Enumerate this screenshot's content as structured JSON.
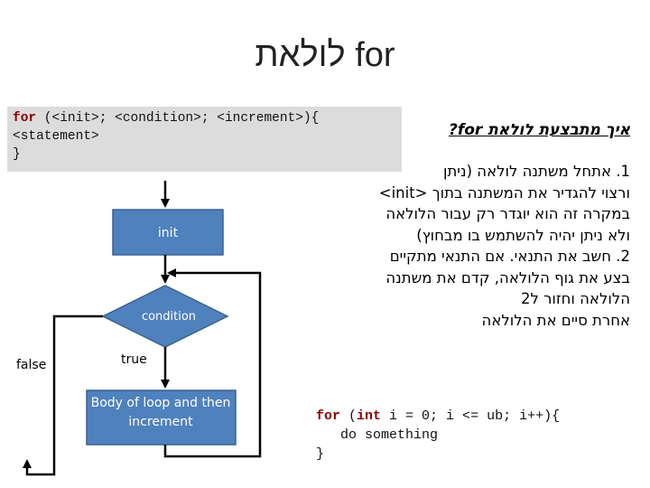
{
  "title": "לולאת for",
  "syntax": {
    "line1_kw": "for",
    "line1_rest": " (<init>; <condition>; <increment>){",
    "line2": "<statement>",
    "line3": "}"
  },
  "diagram": {
    "init_label": "init",
    "condition_label": "condition",
    "false_label": "false",
    "true_label": "true",
    "body_line1": "Body of loop and then",
    "body_line2": "increment",
    "colors": {
      "box_fill": "#4f81bd",
      "box_stroke": "#3a6190",
      "arrow": "#000000"
    }
  },
  "explanation": {
    "heading": "איך מתבצעת לולאת for?",
    "lines": [
      "1. אתחל משתנה לולאה (ניתן",
      "ורצוי להגדיר את המשתנה בתוך <init>",
      "במקרה זה הוא יוגדר רק עבור הלולאה",
      "ולא ניתן יהיה להשתמש בו מבחוץ)",
      "2. חשב את התנאי. אם התנאי מתקיים",
      "בצע את גוף הלולאה, קדם את משתנה",
      "הלולאה וחזור ל2",
      "אחרת סיים את הלולאה"
    ]
  },
  "example": {
    "line1_kw": "for",
    "line1_open": " (",
    "line1_kw2": "int",
    "line1_rest": " i = 0; i <= ub; i++){",
    "line2": "   do something",
    "line3": "}"
  }
}
